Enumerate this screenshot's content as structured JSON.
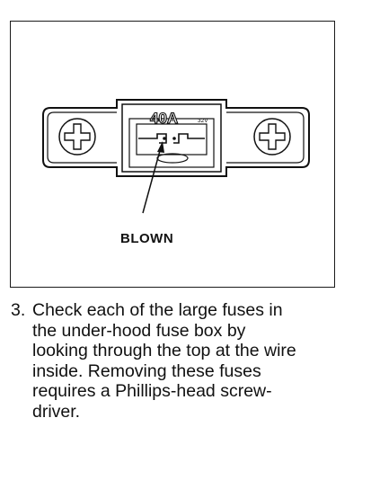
{
  "figure": {
    "fuse_rating": "40A",
    "fuse_voltage": "32V",
    "callout_label": "BLOWN"
  },
  "instruction": {
    "step_number": "3.",
    "text_lines": [
      "Check each of the large fuses in",
      "the under-hood fuse box by",
      "looking through the top at the wire",
      "inside. Removing these fuses",
      "requires a Phillips-head screw-",
      "driver."
    ]
  },
  "colors": {
    "ink": "#111111",
    "background": "#ffffff"
  }
}
